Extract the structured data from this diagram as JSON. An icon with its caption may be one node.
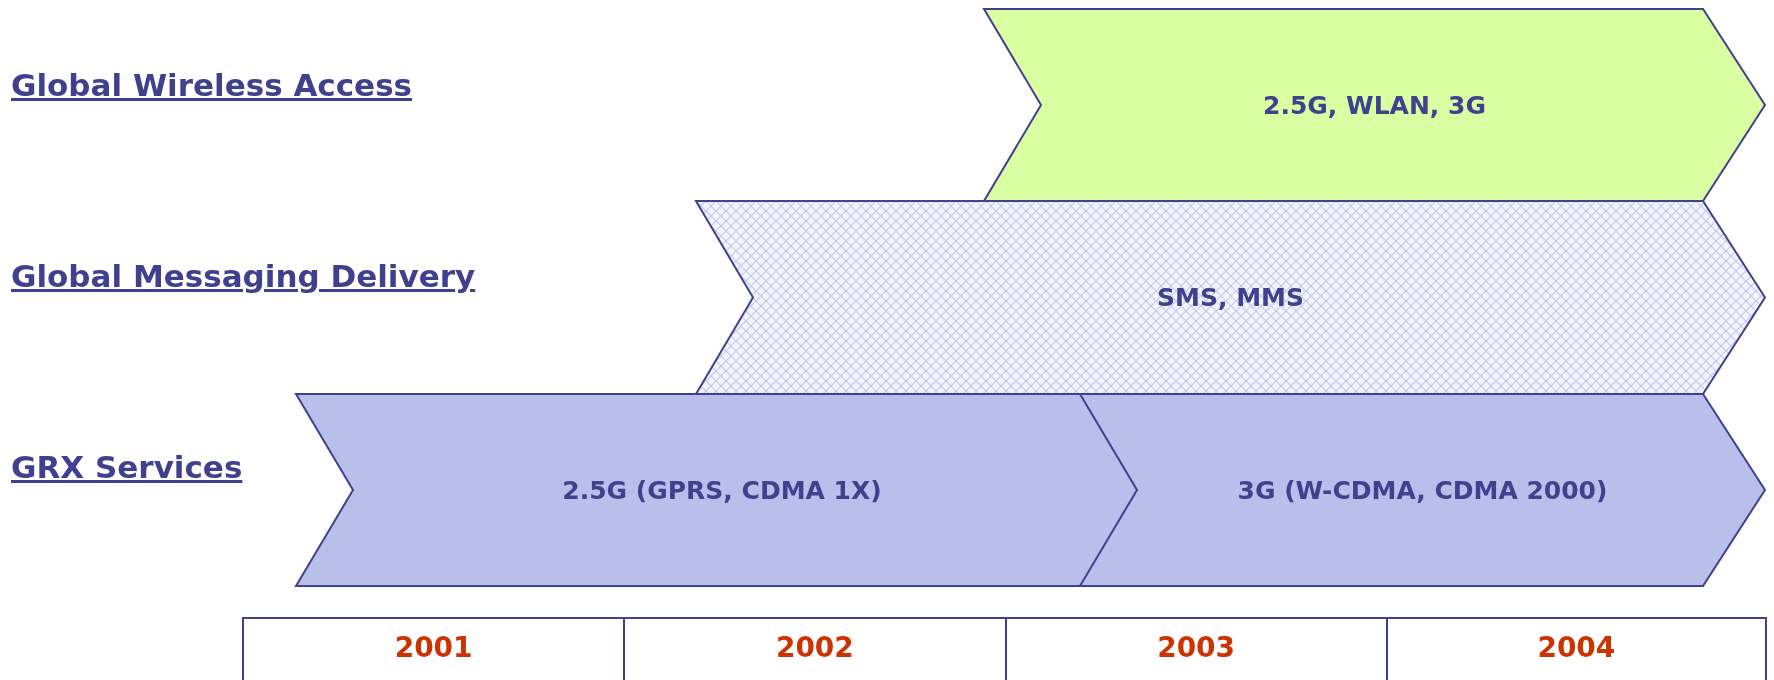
{
  "diagram": {
    "nodes": [
      {
        "text": [
          "2.5G, WLAN, 3G"
        ]
      },
      {
        "text": [
          "SMS, MMS"
        ]
      },
      {
        "text": [
          "2.5G (GPRS, CDMA 1X)"
        ]
      },
      {
        "text": [
          "3G (W-CDMA, CDMA 2000)"
        ]
      }
    ],
    "labels": [
      "Global Wireless Access",
      "Global Messaging Delivery",
      "GRX Services",
      "2001",
      "2002",
      "2003",
      "2004"
    ]
  }
}
